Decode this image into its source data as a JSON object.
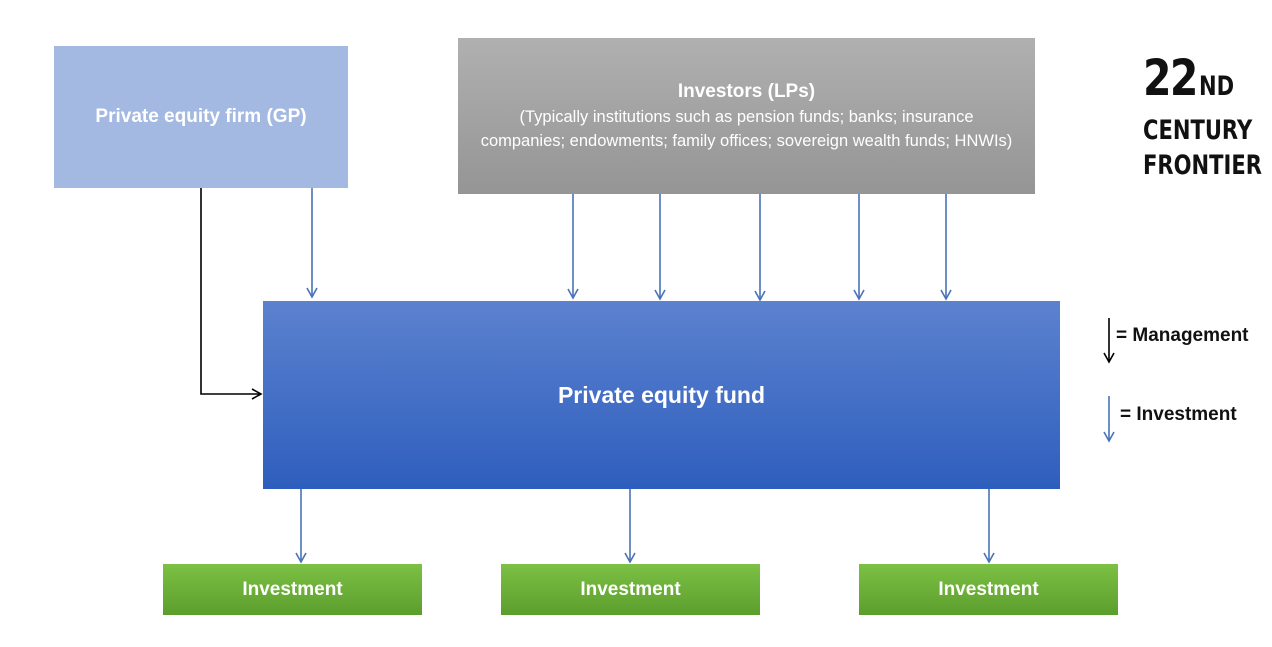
{
  "nodes": {
    "gp": {
      "label": "Private equity firm (GP)"
    },
    "lp": {
      "title": "Investors (LPs)",
      "subtitle": "(Typically institutions such as pension funds; banks; insurance companies; endowments; family offices; sovereign wealth funds; HNWIs)"
    },
    "fund": {
      "label": "Private equity fund"
    },
    "investments": [
      {
        "label": "Investment"
      },
      {
        "label": "Investment"
      },
      {
        "label": "Investment"
      }
    ]
  },
  "legend": {
    "management": "= Management",
    "investment": "= Investment"
  },
  "logo": {
    "number": "22",
    "suffix": "ND",
    "line2": "CENTURY",
    "line3": "FRONTIER"
  },
  "colors": {
    "gp_box": "#a3b9e1",
    "lp_box": "#a6a6a6",
    "fund_box": "#4472c4",
    "investment_box": "#70ad47",
    "investment_arrow": "#4a72b8",
    "management_arrow": "#000000"
  }
}
